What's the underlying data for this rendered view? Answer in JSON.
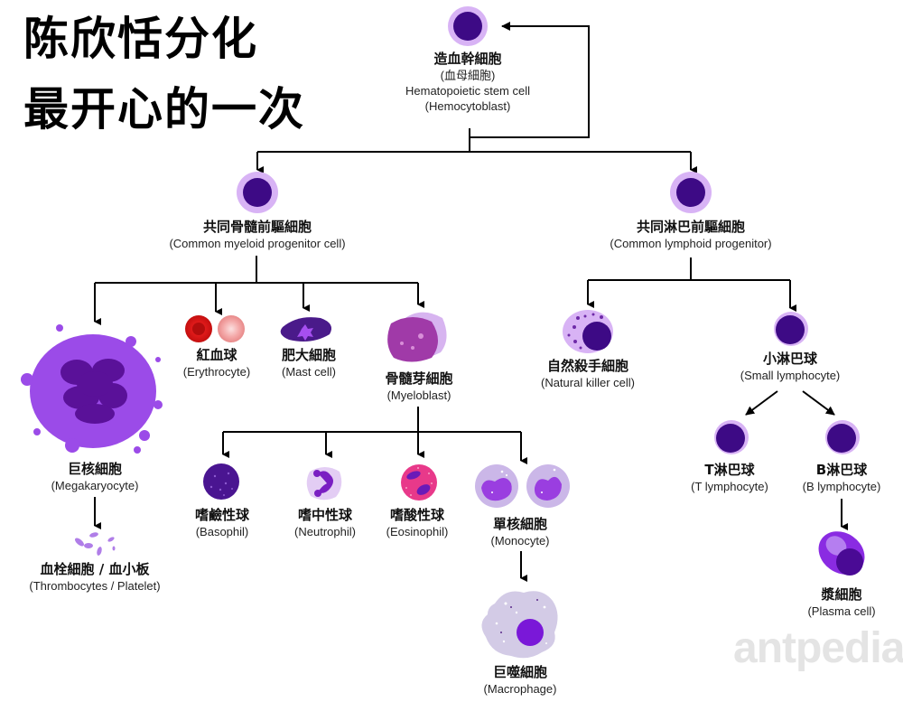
{
  "title": {
    "line1": "陈欣恬分化",
    "line2": "最开心的一次"
  },
  "watermark": "antpedia",
  "colors": {
    "nucleus": "#3d0a85",
    "membrane": "#c79af0",
    "line": "#000000",
    "erythrocyte": "#e01818",
    "megakaryocyte": "#9b4be8",
    "myeloblast": "#a03aa8"
  },
  "nodes": {
    "hsc": {
      "cn": "造血幹細胞",
      "cn2": "(血母細胞)",
      "en": "Hematopoietic stem cell",
      "en2": "(Hemocytoblast)"
    },
    "cmp": {
      "cn": "共同骨髓前驅細胞",
      "en": "(Common myeloid progenitor cell)"
    },
    "clp": {
      "cn": "共同淋巴前驅細胞",
      "en": "(Common lymphoid progenitor)"
    },
    "megakaryocyte": {
      "cn": "巨核細胞",
      "en": "(Megakaryocyte)"
    },
    "erythrocyte": {
      "cn": "紅血球",
      "en": "(Erythrocyte)"
    },
    "mast": {
      "cn": "肥大細胞",
      "en": "(Mast cell)"
    },
    "myeloblast": {
      "cn": "骨髓芽細胞",
      "en": "(Myeloblast)"
    },
    "nk": {
      "cn": "自然殺手細胞",
      "en": "(Natural killer cell)"
    },
    "small_lymph": {
      "cn": "小淋巴球",
      "en": "(Small lymphocyte)"
    },
    "t_lymph": {
      "cn": "T淋巴球",
      "en": "(T lymphocyte)"
    },
    "b_lymph": {
      "cn": "B淋巴球",
      "en": "(B lymphocyte)"
    },
    "platelet": {
      "cn": "血栓細胞 / 血小板",
      "en": "(Thrombocytes / Platelet)"
    },
    "basophil": {
      "cn": "嗜鹼性球",
      "en": "(Basophil)"
    },
    "neutrophil": {
      "cn": "嗜中性球",
      "en": "(Neutrophil)"
    },
    "eosinophil": {
      "cn": "嗜酸性球",
      "en": "(Eosinophil)"
    },
    "monocyte": {
      "cn": "單核細胞",
      "en": "(Monocyte)"
    },
    "macrophage": {
      "cn": "巨噬細胞",
      "en": "(Macrophage)"
    },
    "plasma": {
      "cn": "漿細胞",
      "en": "(Plasma cell)"
    }
  }
}
